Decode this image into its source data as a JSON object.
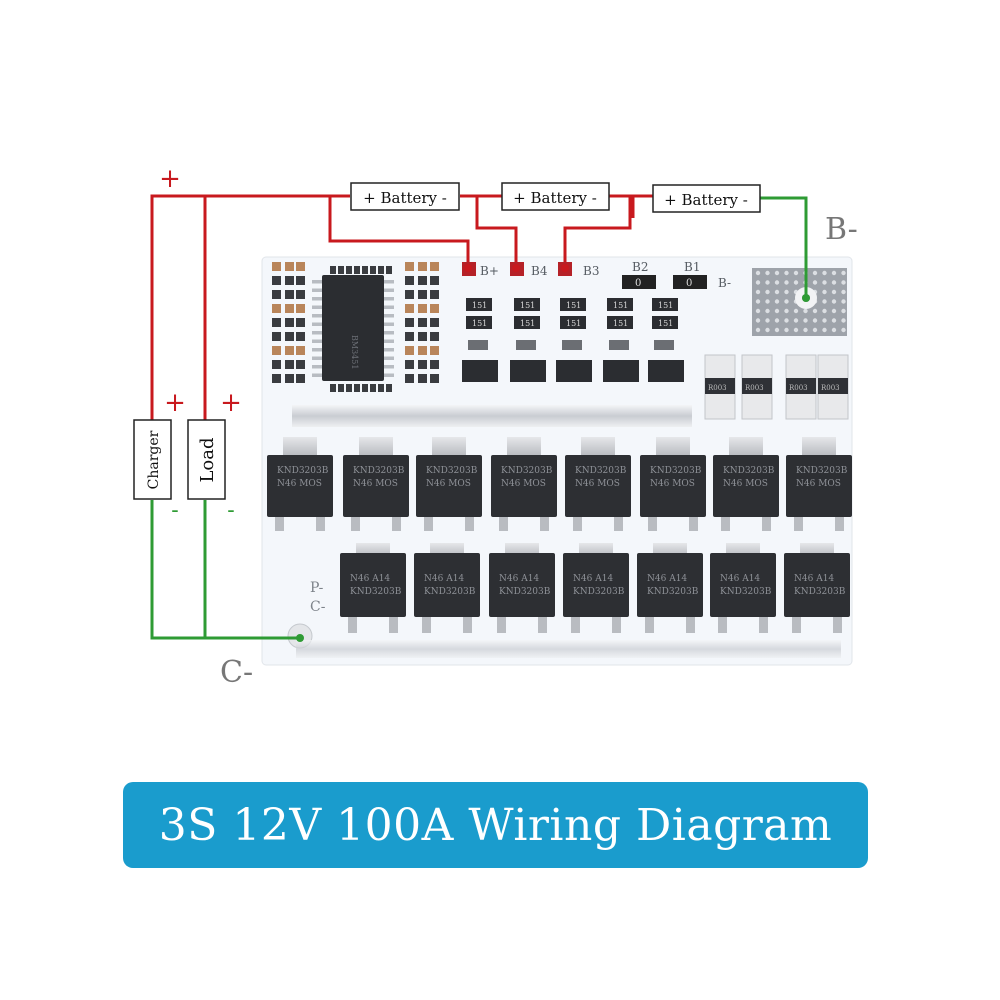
{
  "diagram": {
    "batteries": [
      "+ Battery -",
      "+ Battery -",
      "+ Battery -"
    ],
    "terminals": {
      "b_minus": "B-",
      "c_minus": "C-",
      "p_minus": "P-",
      "c_minus_small": "C-"
    },
    "pads": [
      "B+",
      "B4",
      "B3",
      "B2",
      "B1",
      "B-"
    ],
    "charger": {
      "label": "Charger",
      "plus": "+",
      "minus": "-"
    },
    "load": {
      "label": "Load",
      "plus": "+",
      "minus": "-"
    },
    "top_plus": "+",
    "chip_marks": {
      "resistor": "151",
      "smd_zero": "0",
      "shunt": "R003",
      "mosfet_code": "KND3203B",
      "mosfet_code2": "N46",
      "mosfet_code3": "MOS",
      "mosfet_code4": "A14"
    },
    "colors": {
      "positive": "#c8191e",
      "negative": "#2e9b34",
      "banner": "#1a9ccd"
    }
  },
  "title": "3S 12V 100A Wiring Diagram"
}
